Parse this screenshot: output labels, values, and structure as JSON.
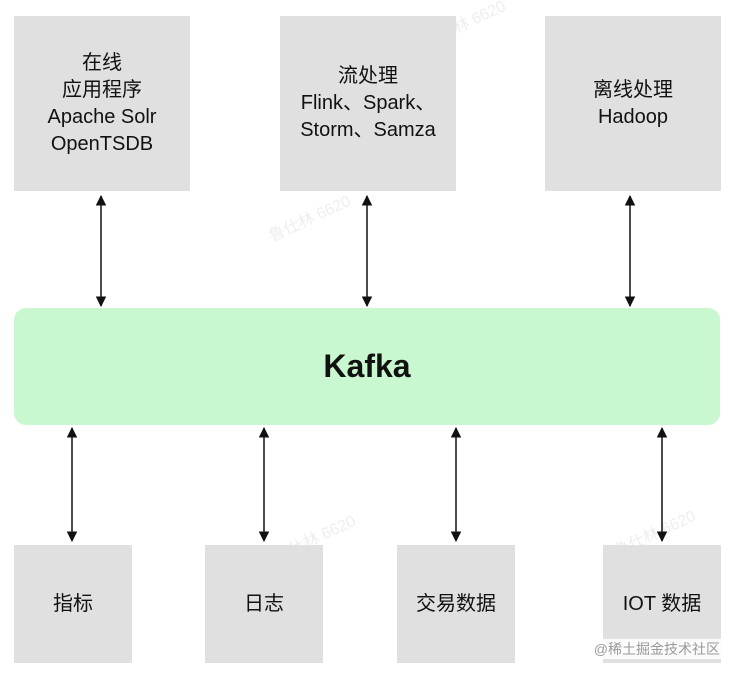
{
  "top_boxes": {
    "online": {
      "lines": [
        "在线",
        "应用程序",
        "Apache Solr",
        "OpenTSDB"
      ]
    },
    "stream": {
      "lines": [
        "流处理",
        "Flink、Spark、",
        "Storm、Samza"
      ]
    },
    "offline": {
      "lines": [
        "离线处理",
        "Hadoop"
      ]
    }
  },
  "center": {
    "label": "Kafka",
    "color": "#c9f7cf"
  },
  "bottom_boxes": {
    "metrics": {
      "label": "指标"
    },
    "logs": {
      "label": "日志"
    },
    "trade": {
      "label": "交易数据"
    },
    "iot": {
      "label": "IOT 数据"
    }
  },
  "watermark": "鲁仕林 6620",
  "credit": "@稀土掘金技术社区",
  "colors": {
    "box": "#e0e0e0",
    "kafka": "#c9f7cf",
    "arrow": "#111111"
  }
}
